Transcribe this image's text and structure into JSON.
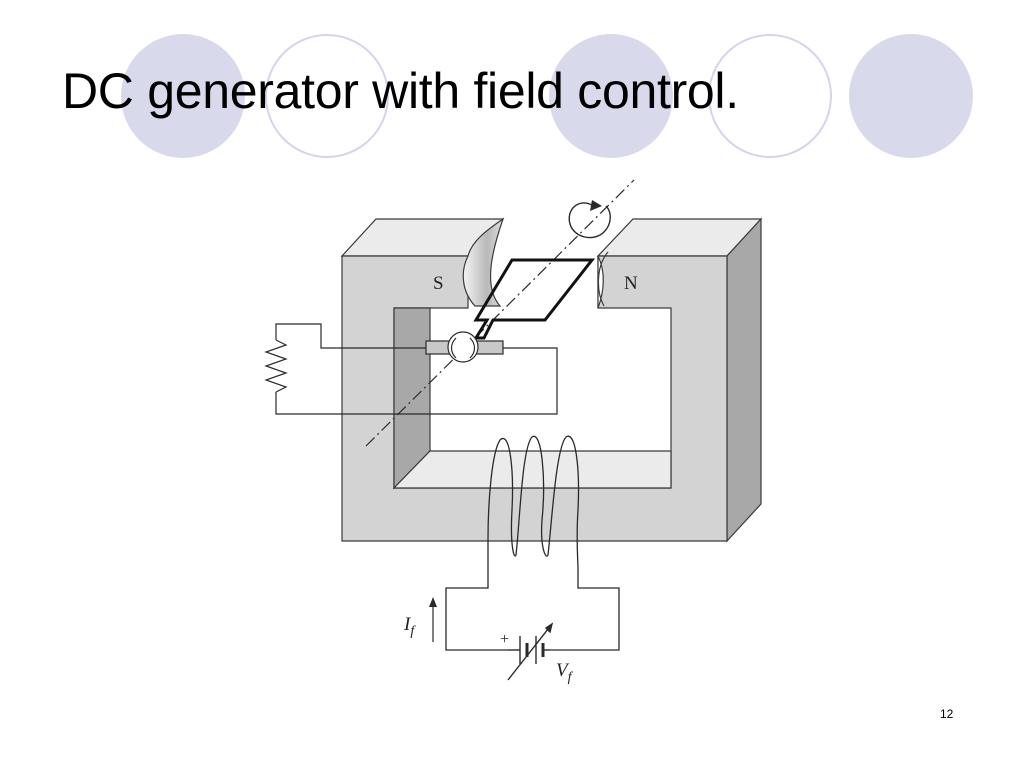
{
  "slide": {
    "title": "DC generator with field control.",
    "page_number": "12"
  },
  "diagram": {
    "pole_south_label": "S",
    "pole_north_label": "N",
    "field_current_symbol": "I",
    "field_current_subscript": "f",
    "field_voltage_symbol": "V",
    "field_voltage_subscript": "f",
    "battery_plus": "+"
  },
  "colors": {
    "circle_fill": "#d9d9ec",
    "circle_stroke": "#d5d5ea",
    "core_front": "#d3d3d3",
    "core_side": "#a8a8a8",
    "core_top": "#ebebeb",
    "line": "#2a2a2a"
  }
}
